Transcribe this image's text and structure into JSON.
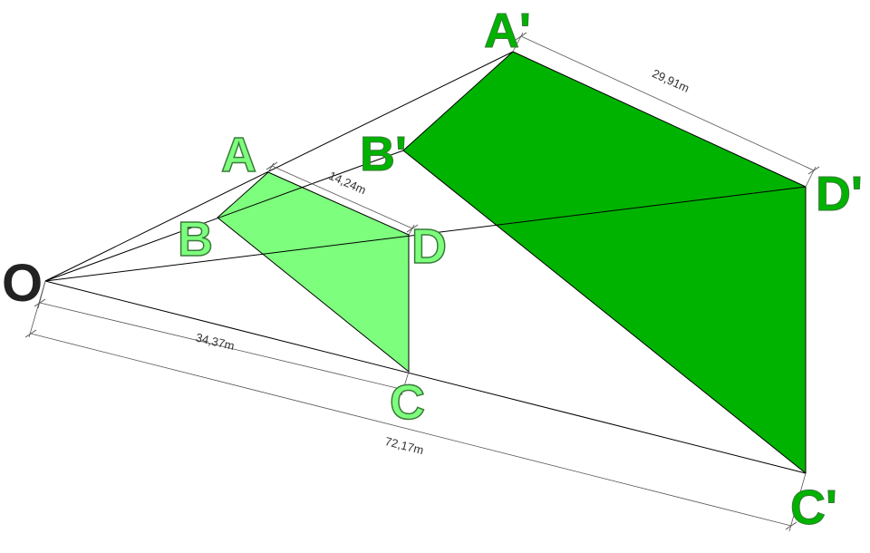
{
  "colors": {
    "small_fill": "#7dff7d",
    "large_fill": "#00b300",
    "line": "#000000",
    "dim_line": "#555555",
    "label_small": "#7dff7d",
    "label_large": "#00b300",
    "label_outline": "#3a7a3a",
    "origin_label": "#222222"
  },
  "labels": {
    "origin": "O",
    "A": "A",
    "B": "B",
    "C": "C",
    "D": "D",
    "A_prime": "A'",
    "B_prime": "B'",
    "C_prime": "C'",
    "D_prime": "D'"
  },
  "dimensions": {
    "OC": "34,37m",
    "OC_prime": "72,17m",
    "AD": "14,24m",
    "A_prime_D_prime": "29,91m"
  }
}
